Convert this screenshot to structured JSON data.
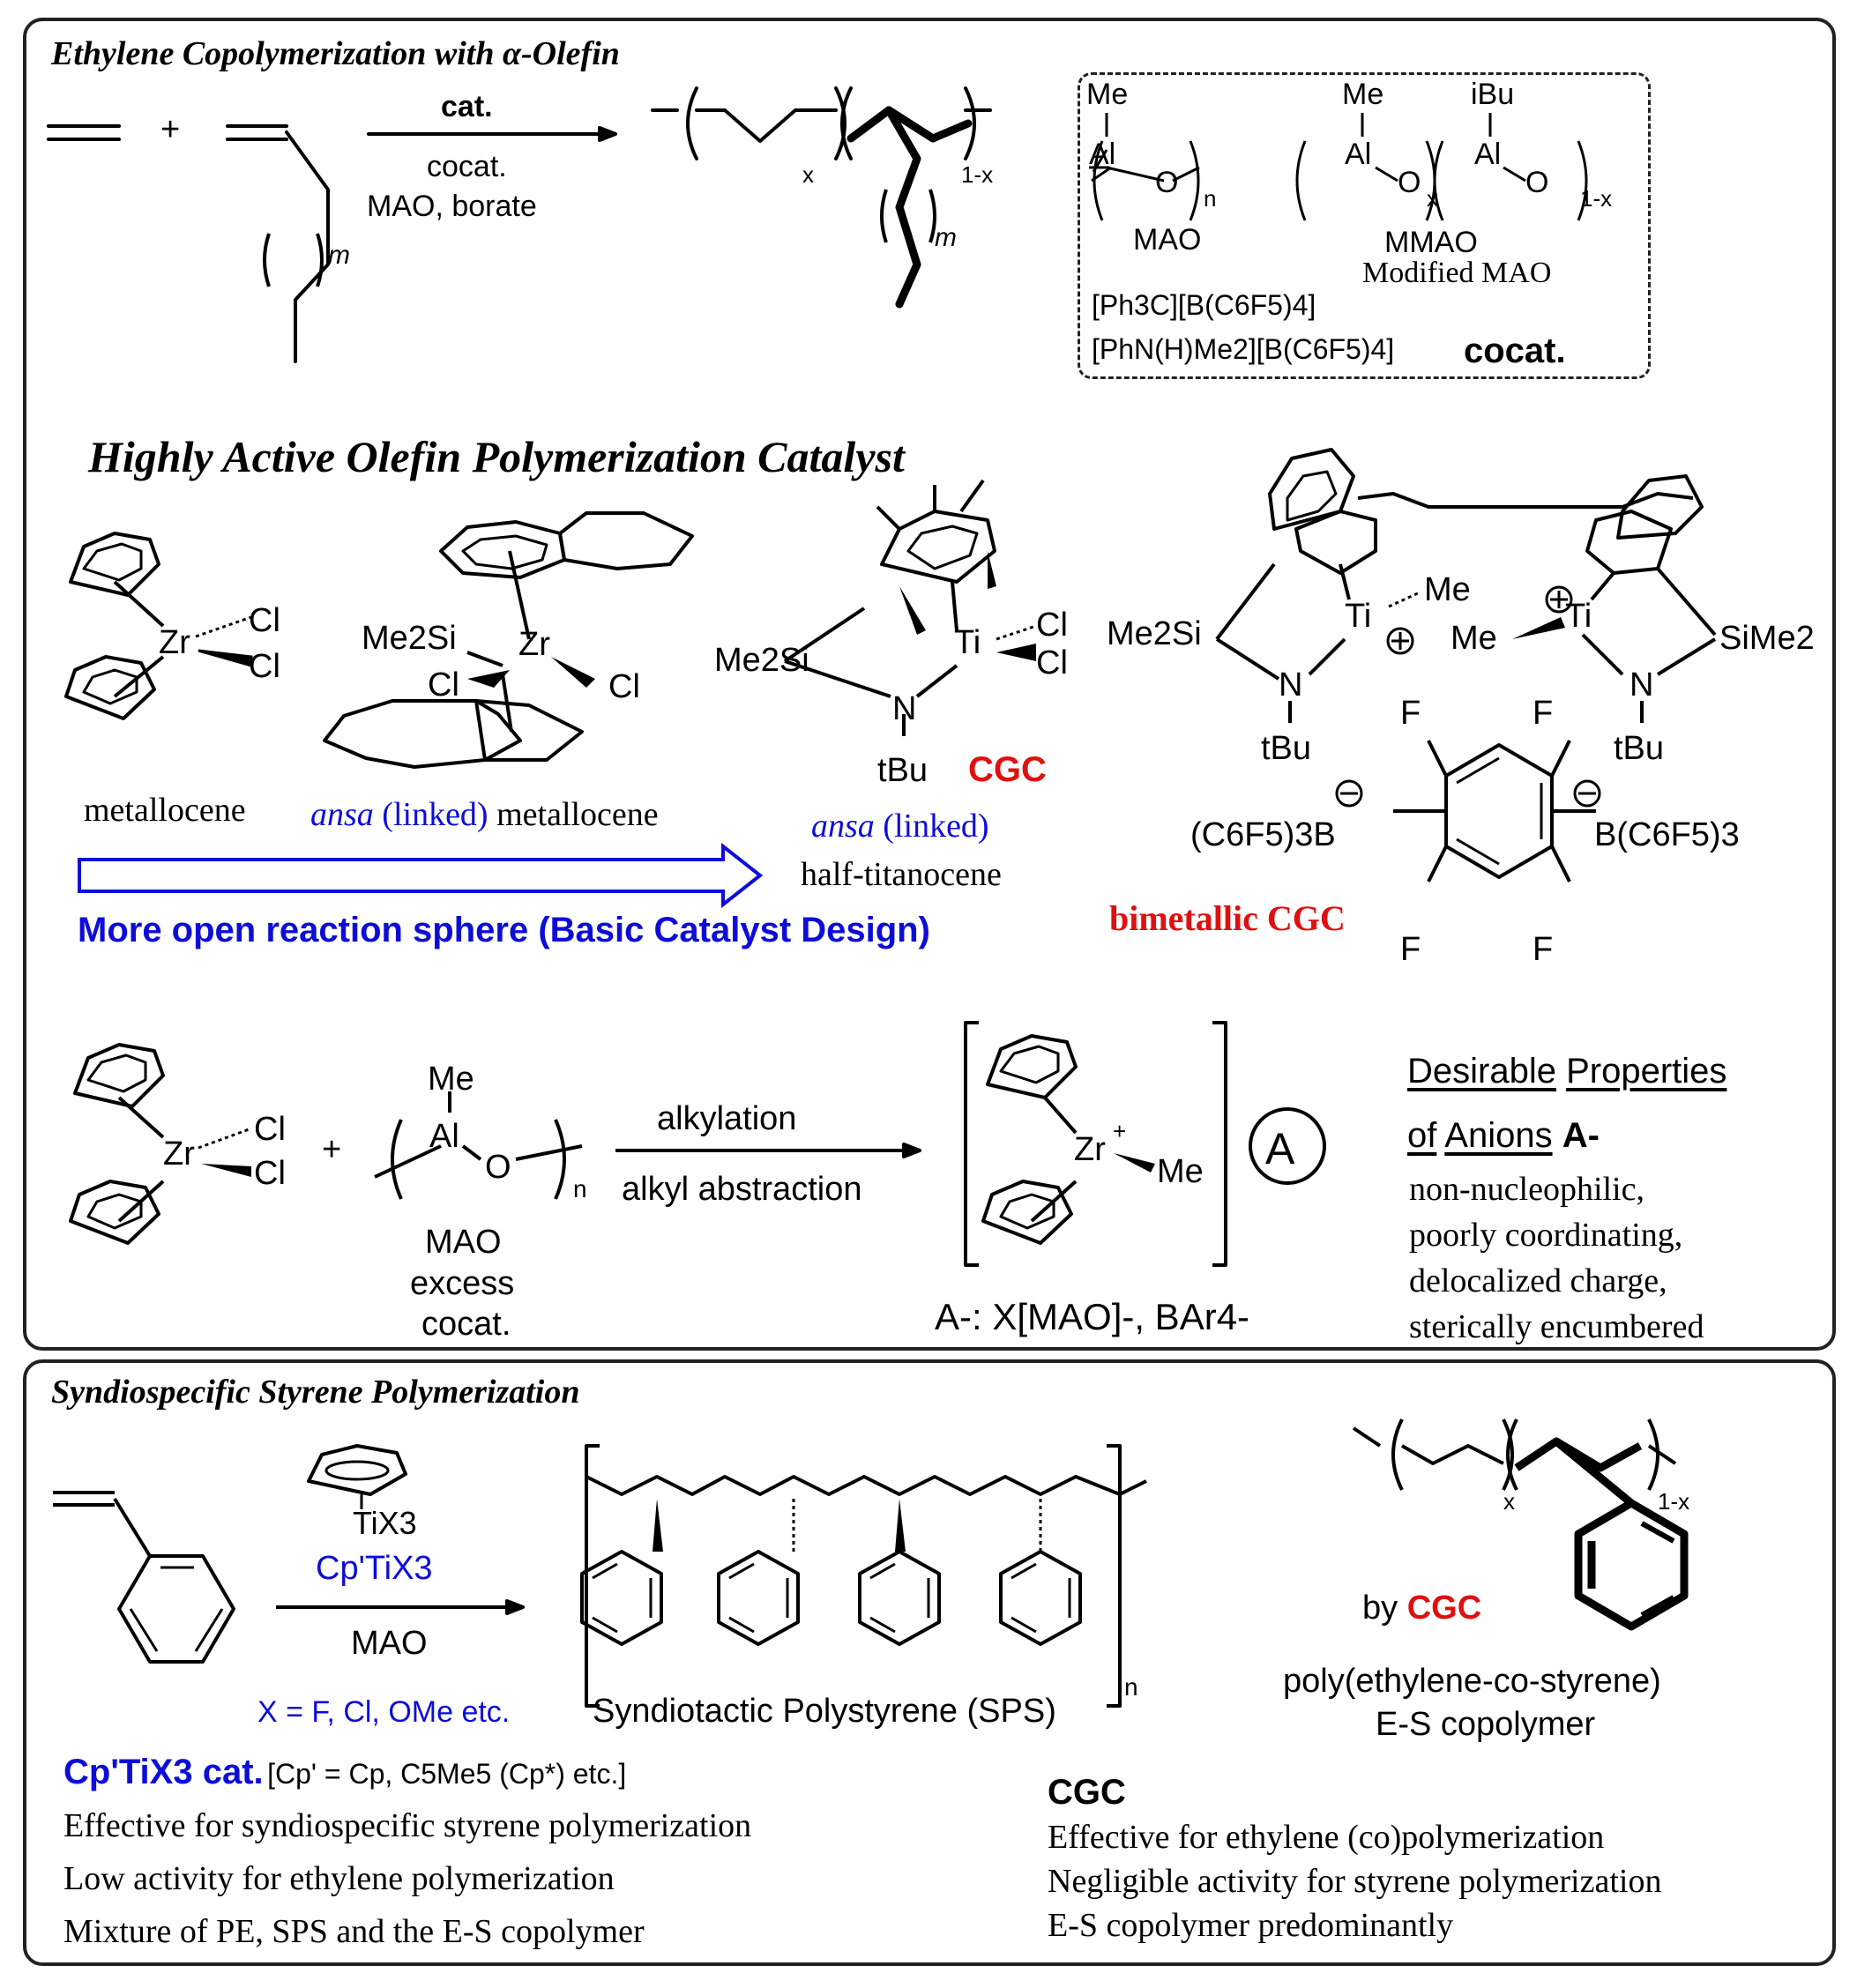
{
  "top": {
    "title": "Ethylene Copolymerization with α-Olefin",
    "arrow_top": "cat.",
    "arrow_bottom1": "cocat.",
    "arrow_bottom2": "MAO, borate",
    "plus": "+",
    "m": "m",
    "x": "x",
    "one_minus_x": "1-x",
    "me": "Me",
    "al": "Al",
    "o": "O",
    "n": "n",
    "ibu": "iBu",
    "mao": "MAO",
    "mmao": "MMAO",
    "modified_mao": "Modified MAO",
    "borate1": "[Ph3C][B(C6F5)4]",
    "borate2": "[PhN(H)Me2][B(C6F5)4]",
    "cocat": "cocat."
  },
  "catalyst": {
    "title": "Highly Active Olefin Polymerization Catalyst",
    "zr": "Zr",
    "cl": "Cl",
    "me2si": "Me2Si",
    "ti": "Ti",
    "n": "N",
    "tbu": "tBu",
    "cgc": "CGC",
    "metallocene": "metallocene",
    "ansa": "ansa",
    "linked": "(linked)",
    "metallocene2": "metallocene",
    "half_titanocene": "half-titanocene",
    "open_sphere": "More open reaction sphere (Basic Catalyst Design)",
    "me": "Me",
    "sime2": "SiMe2",
    "f": "F",
    "bc6f5": "B(C6F5)3",
    "c6f5b": "(C6F5)3B",
    "bimetallic": "bimetallic CGC"
  },
  "activation": {
    "plus": "+",
    "alkylation": "alkylation",
    "abstraction": "alkyl abstraction",
    "mao": "MAO",
    "excess": "excess",
    "cocat": "cocat.",
    "anion": "A",
    "anion_list": "A-: X[MAO]-, BAr4-",
    "props_title1": "Desirable",
    "props_title2": "Properties",
    "props_title3": "of",
    "props_title4": "Anions",
    "props_anion": "A-",
    "props": [
      "non-nucleophilic,",
      "poorly coordinating,",
      "delocalized charge,",
      "sterically encumbered"
    ]
  },
  "styrene": {
    "title": "Syndiospecific Styrene Polymerization",
    "tix3": "TiX3",
    "cptix3": "Cp'TiX3",
    "mao": "MAO",
    "x_def": "X = F, Cl, OMe etc.",
    "sps": "Syndiotactic Polystyrene (SPS)",
    "n": "n",
    "by": "by",
    "cgc": "CGC",
    "copolymer1": "poly(ethylene-co-styrene)",
    "copolymer2": "E-S copolymer",
    "x": "x",
    "one_minus_x": "1-x",
    "cp_title": "Cp'TiX3 cat.",
    "cp_def": "[Cp' = Cp, C5Me5 (Cp*) etc.]",
    "cp_lines": [
      "Effective for syndiospecific styrene polymerization",
      "Low activity for ethylene polymerization",
      "Mixture of PE, SPS and the E-S copolymer"
    ],
    "cgc_title": "CGC",
    "cgc_lines": [
      "Effective for ethylene (co)polymerization",
      "Negligible activity for styrene polymerization",
      "E-S copolymer predominantly"
    ]
  },
  "colors": {
    "blue": "#0d0dd9",
    "red": "#e01010",
    "border": "#222222"
  }
}
